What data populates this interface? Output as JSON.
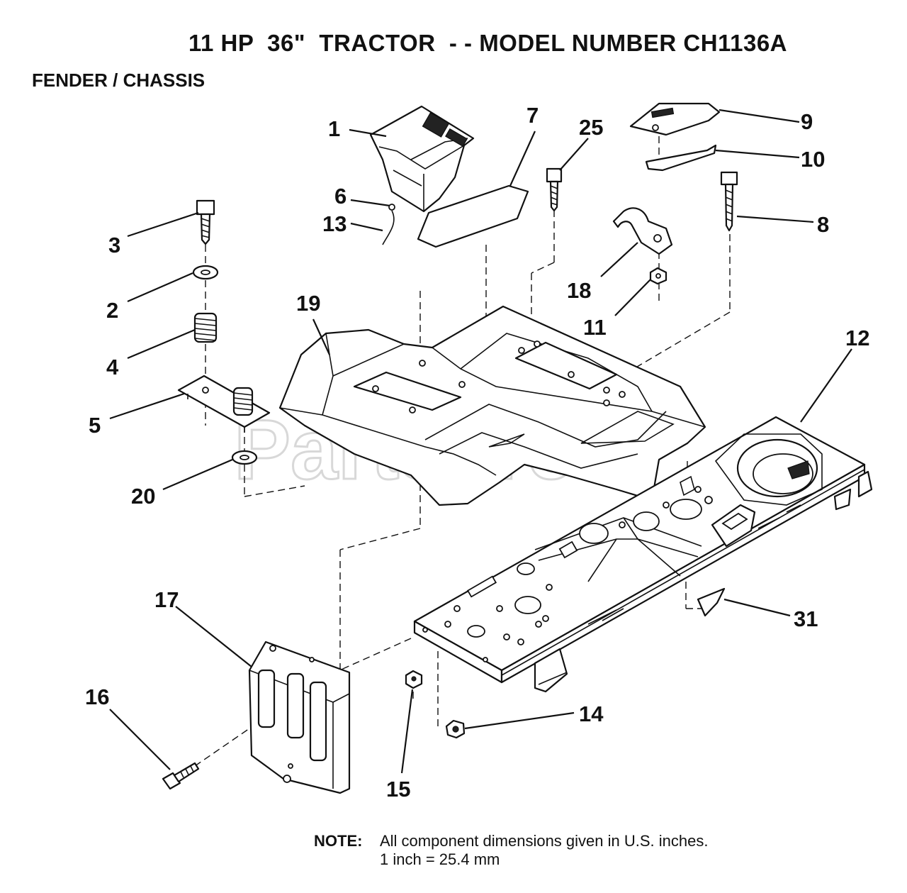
{
  "header": {
    "title": "11 HP  36\"  TRACTOR  - - MODEL NUMBER CH1136A",
    "subtitle": "FENDER / CHASSIS"
  },
  "watermark": "PartsTree",
  "callouts": {
    "c1": "1",
    "c2": "2",
    "c3": "3",
    "c4": "4",
    "c5": "5",
    "c6": "6",
    "c7": "7",
    "c8": "8",
    "c9": "9",
    "c10": "10",
    "c11": "11",
    "c12": "12",
    "c13": "13",
    "c14": "14",
    "c15": "15",
    "c16": "16",
    "c17": "17",
    "c18": "18",
    "c19": "19",
    "c20": "20",
    "c25": "25",
    "c31": "31"
  },
  "note": {
    "label": "NOTE:",
    "line1": "All component dimensions given in U.S. inches.",
    "line2": "1 inch = 25.4 mm"
  }
}
